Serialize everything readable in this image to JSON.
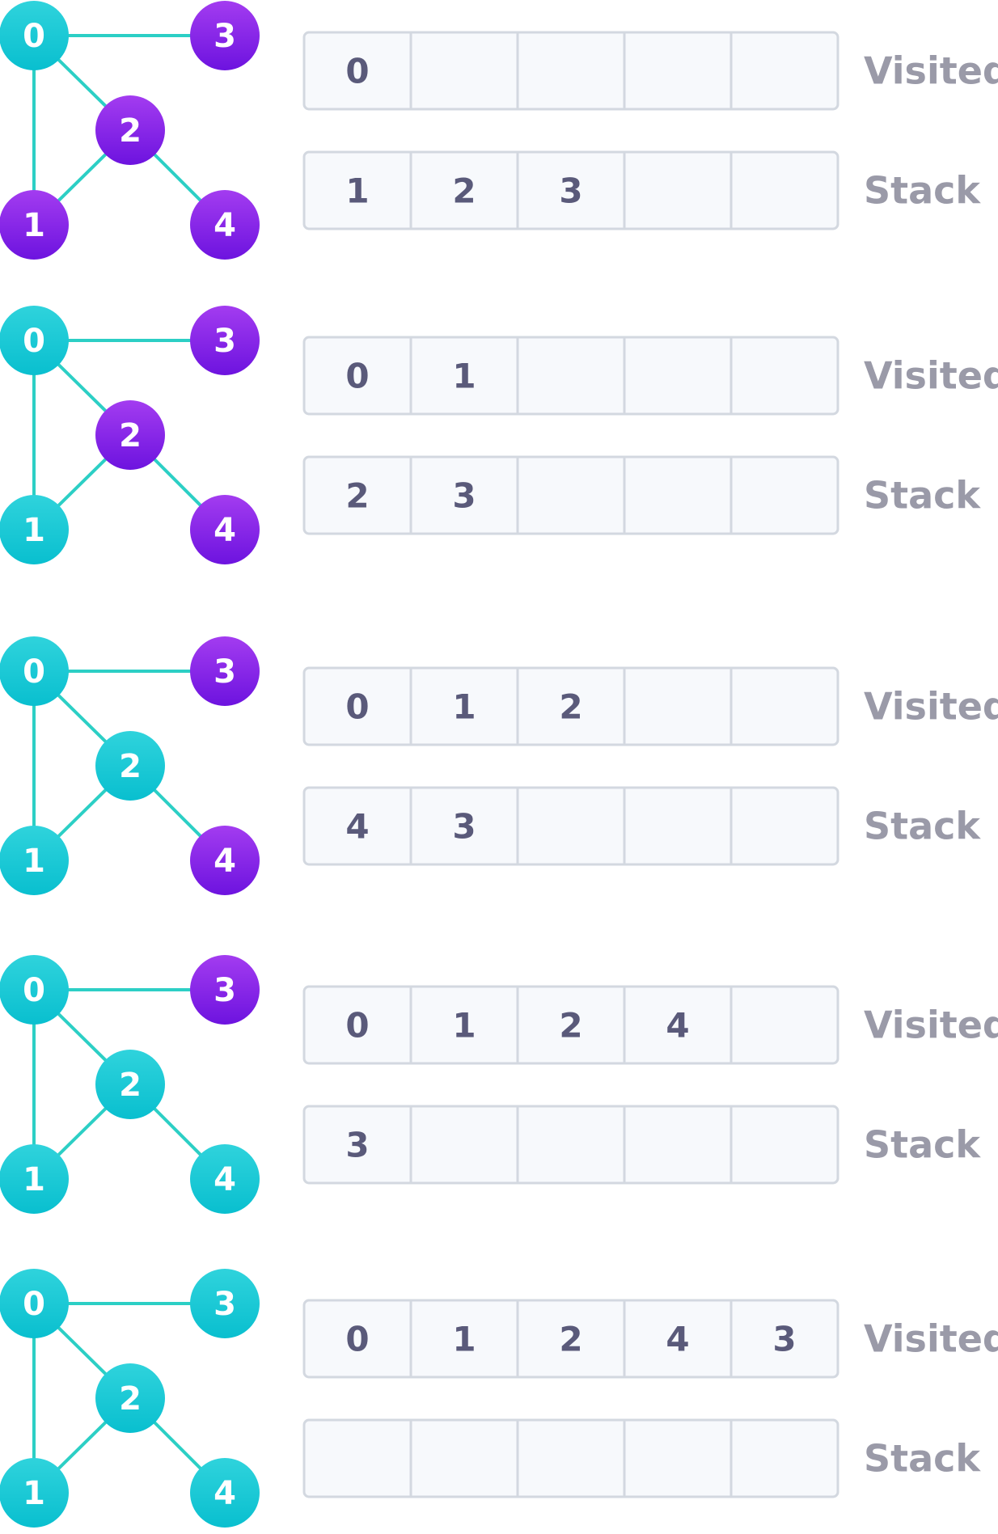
{
  "colors": {
    "visited_top": "#2fd3dc",
    "visited_bottom": "#09bfcf",
    "unvisited_top": "#a33cf0",
    "unvisited_bottom": "#6d13df",
    "edge": "#2ccfc5",
    "cell_fill": "#f7f9fc",
    "cell_border": "#d3d8e0",
    "cell_text": "#5a5a7a",
    "label_text": "#9a9aa8"
  },
  "graph": {
    "nodes": [
      "0",
      "1",
      "2",
      "3",
      "4"
    ],
    "edges": [
      [
        "0",
        "3"
      ],
      [
        "0",
        "2"
      ],
      [
        "0",
        "1"
      ],
      [
        "2",
        "1"
      ],
      [
        "2",
        "4"
      ]
    ]
  },
  "visited_label": "Visited",
  "stack_label": "Stack",
  "steps": [
    {
      "visited": [
        "0"
      ],
      "stack": [
        "1",
        "2",
        "3"
      ],
      "visited_nodes": [
        "0"
      ]
    },
    {
      "visited": [
        "0",
        "1"
      ],
      "stack": [
        "2",
        "3"
      ],
      "visited_nodes": [
        "0",
        "1"
      ]
    },
    {
      "visited": [
        "0",
        "1",
        "2"
      ],
      "stack": [
        "4",
        "3"
      ],
      "visited_nodes": [
        "0",
        "1",
        "2"
      ]
    },
    {
      "visited": [
        "0",
        "1",
        "2",
        "4"
      ],
      "stack": [
        "3"
      ],
      "visited_nodes": [
        "0",
        "1",
        "2",
        "4"
      ]
    },
    {
      "visited": [
        "0",
        "1",
        "2",
        "4",
        "3"
      ],
      "stack": [],
      "visited_nodes": [
        "0",
        "1",
        "2",
        "4",
        "3"
      ]
    }
  ]
}
